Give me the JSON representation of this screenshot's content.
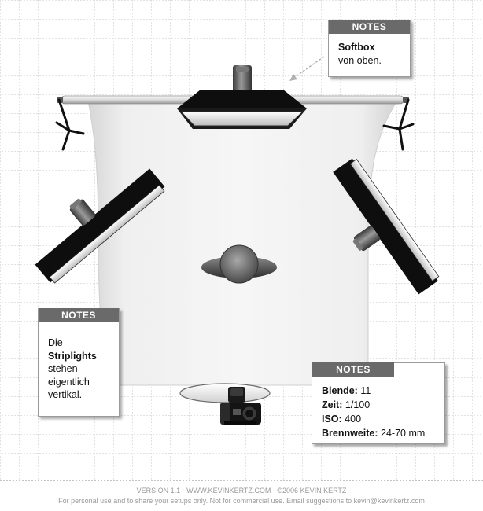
{
  "notes": {
    "top": {
      "title": "NOTES",
      "line1": "Softbox",
      "line2": "von oben."
    },
    "left": {
      "title": "NOTES",
      "line1": "Die",
      "line2": "Striplights",
      "line3": "stehen",
      "line4": "eigentlich",
      "line5": "vertikal."
    },
    "right": {
      "title": "NOTES",
      "rows": [
        {
          "label": "Blende:",
          "value": "11"
        },
        {
          "label": "Zeit:",
          "value": "1/100"
        },
        {
          "label": "ISO:",
          "value": "400"
        },
        {
          "label": "Brennweite:",
          "value": "24-70 mm"
        }
      ]
    }
  },
  "footer": {
    "line1": "VERSION 1.1  -  WWW.KEVINKERTZ.COM  -  ©2006 KEVIN KERTZ",
    "line2": "For personal use and to share your setups only. Not for commercial use.  Email suggestions to kevin@kevinkertz.com"
  },
  "colors": {
    "grid": "#bdbdbd",
    "note_header": "#6a6a6a",
    "modifier_front": "#111111"
  }
}
